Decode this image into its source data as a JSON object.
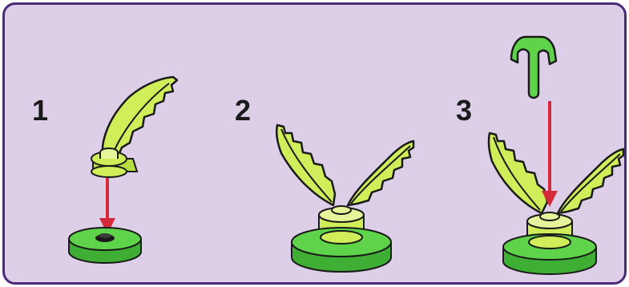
{
  "steps": [
    {
      "number": "1"
    },
    {
      "number": "2"
    },
    {
      "number": "3"
    }
  ],
  "colors": {
    "panel_background": "#dccfe7",
    "panel_border": "#4a2a79",
    "leaf_light": "#cfee5a",
    "leaf_shade": "#a9d13a",
    "plate_green": "#5fd44a",
    "plate_dark": "#3fae34",
    "arrow_red": "#d42a3a",
    "outline": "#1a1a1a"
  },
  "icons": {
    "step_1": "leaf-stud-assembly-icon",
    "step_2": "double-leaf-assembly-icon",
    "step_3": "tool-insert-assembly-icon"
  }
}
